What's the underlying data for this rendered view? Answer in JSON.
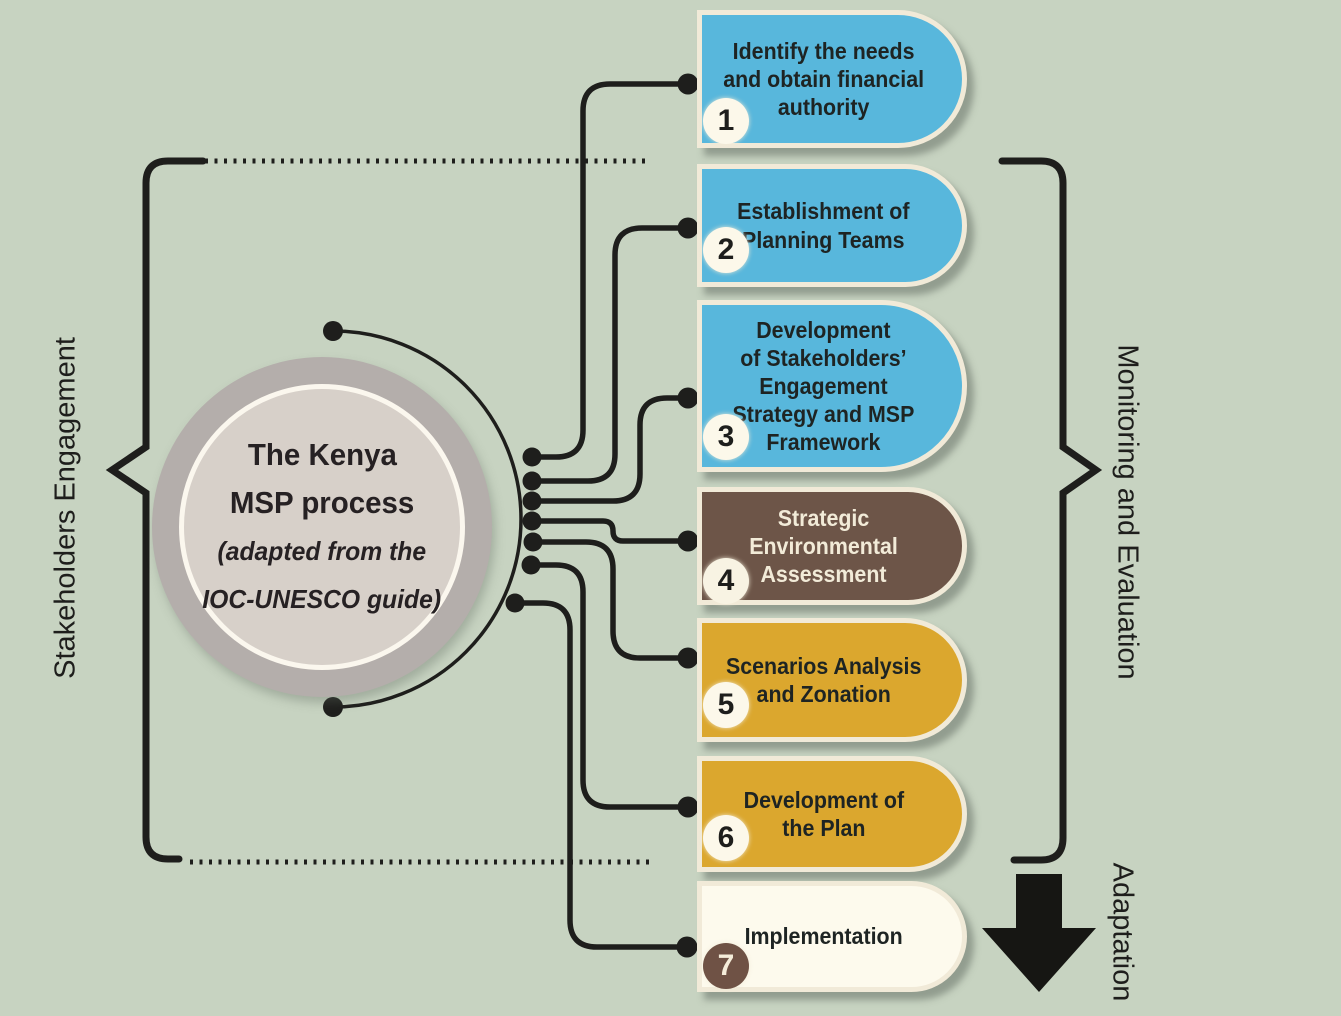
{
  "center_circle": {
    "title_line1": "The Kenya",
    "title_line2": "MSP process",
    "subtitle_line1": "(adapted from the",
    "subtitle_line2": "IOC-UNESCO guide)"
  },
  "steps": [
    {
      "number": "1",
      "label": "Identify the needs\nand obtain financial\nauthority",
      "color": "#58b7dc",
      "text_color": "#1e2423",
      "badge_fill": "#fcf8ea",
      "badge_text": "#1e1e1c"
    },
    {
      "number": "2",
      "label": "Establishment of\nPlanning Teams",
      "color": "#58b7dc",
      "text_color": "#1e2423",
      "badge_fill": "#fcf8ea",
      "badge_text": "#1e1e1c"
    },
    {
      "number": "3",
      "label": "Development\nof Stakeholders’\nEngagement\nStrategy and MSP\nFramework",
      "color": "#58b7dc",
      "text_color": "#1e2423",
      "badge_fill": "#fcf8ea",
      "badge_text": "#1e1e1c"
    },
    {
      "number": "4",
      "label": "Strategic\nEnvironmental\nAssessment",
      "color": "#6d5548",
      "text_color": "#f2ebd8",
      "badge_fill": "#f8f3e3",
      "badge_text": "#1e1e1c"
    },
    {
      "number": "5",
      "label": "Scenarios Analysis\nand Zonation",
      "color": "#dba72e",
      "text_color": "#1e2423",
      "badge_fill": "#fcf8ea",
      "badge_text": "#1e1e1c"
    },
    {
      "number": "6",
      "label": "Development of\nthe Plan",
      "color": "#dba72e",
      "text_color": "#1e2423",
      "badge_fill": "#fcf8ea",
      "badge_text": "#1e1e1c"
    },
    {
      "number": "7",
      "label": "Implementation",
      "color": "#fdfaed",
      "text_color": "#1e2423",
      "badge_fill": "#6f5245",
      "badge_text": "#f5edda"
    }
  ],
  "side_labels": {
    "left": "Stakeholders Engagement",
    "right": "Monitoring and Evaluation",
    "bottom_right": "Adaptation"
  },
  "colors": {
    "background": "#c7d3c1",
    "line": "#1e1e1c",
    "box_border": "#f1ead8",
    "step_blue": "#58b7dc",
    "step_brown": "#6d5548",
    "step_gold": "#dba72e",
    "step_cream": "#fdfaed",
    "circle_outer_ring": "#b4aeab",
    "circle_inner": "#d7d0c9",
    "circle_white_ring": "#fbf7ee",
    "adaptation_arrow": "#161613"
  }
}
